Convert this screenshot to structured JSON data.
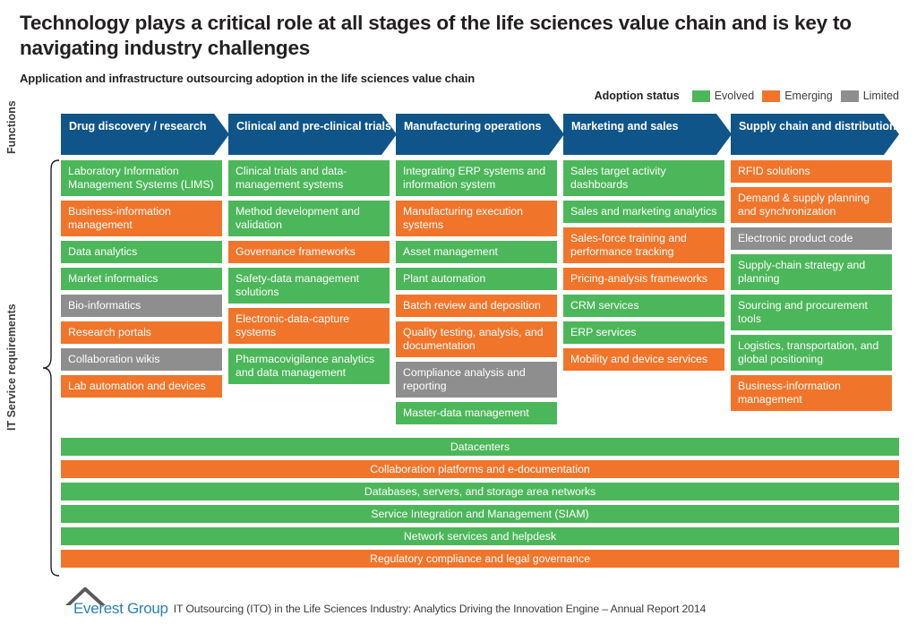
{
  "header": {
    "title": "Technology plays a critical role at all stages of the life sciences value chain and is key to navigating industry challenges",
    "subtitle": "Application and infrastructure outsourcing adoption in the life sciences value chain"
  },
  "legend": {
    "title": "Adoption status",
    "items": [
      {
        "label": "Evolved",
        "color": "#4cb75a",
        "key": "evolved"
      },
      {
        "label": "Emerging",
        "color": "#f0752b",
        "key": "emerging"
      },
      {
        "label": "Limited",
        "color": "#8e8e8e",
        "key": "limited"
      }
    ]
  },
  "axis_labels": {
    "functions": "Functions",
    "it_service_requirements": "IT Service requirements"
  },
  "colors": {
    "header_blue": "#10558a",
    "evolved": "#4cb75a",
    "emerging": "#f0752b",
    "limited": "#8e8e8e",
    "logo_blue": "#2a7fb8",
    "text": "#231f20"
  },
  "columns": [
    {
      "header": "Drug discovery / research",
      "items": [
        {
          "label": "Laboratory Information Management Systems (LIMS)",
          "status": "evolved"
        },
        {
          "label": "Business-information management",
          "status": "emerging"
        },
        {
          "label": "Data analytics",
          "status": "evolved"
        },
        {
          "label": "Market informatics",
          "status": "evolved"
        },
        {
          "label": "Bio-informatics",
          "status": "limited"
        },
        {
          "label": "Research portals",
          "status": "emerging"
        },
        {
          "label": "Collaboration wikis",
          "status": "limited"
        },
        {
          "label": "Lab automation and devices",
          "status": "emerging"
        }
      ]
    },
    {
      "header": "Clinical and pre-clinical trials",
      "items": [
        {
          "label": "Clinical trials and data-management systems",
          "status": "evolved"
        },
        {
          "label": "Method development and validation",
          "status": "evolved"
        },
        {
          "label": "Governance frameworks",
          "status": "emerging"
        },
        {
          "label": "Safety-data management solutions",
          "status": "evolved"
        },
        {
          "label": "Electronic-data-capture systems",
          "status": "emerging"
        },
        {
          "label": "Pharmacovigilance analytics and data management",
          "status": "evolved"
        }
      ]
    },
    {
      "header": "Manufacturing operations",
      "items": [
        {
          "label": "Integrating ERP systems and information system",
          "status": "evolved"
        },
        {
          "label": "Manufacturing execution systems",
          "status": "emerging"
        },
        {
          "label": "Asset management",
          "status": "evolved"
        },
        {
          "label": "Plant automation",
          "status": "evolved"
        },
        {
          "label": "Batch review and deposition",
          "status": "emerging"
        },
        {
          "label": "Quality testing, analysis, and documentation",
          "status": "emerging"
        },
        {
          "label": "Compliance analysis and reporting",
          "status": "limited"
        },
        {
          "label": "Master-data management",
          "status": "evolved"
        }
      ]
    },
    {
      "header": "Marketing and sales",
      "items": [
        {
          "label": "Sales target activity dashboards",
          "status": "evolved"
        },
        {
          "label": "Sales and marketing analytics",
          "status": "evolved"
        },
        {
          "label": "Sales-force training and performance tracking",
          "status": "emerging"
        },
        {
          "label": "Pricing-analysis frameworks",
          "status": "emerging"
        },
        {
          "label": "CRM services",
          "status": "evolved"
        },
        {
          "label": "ERP services",
          "status": "evolved"
        },
        {
          "label": "Mobility and device services",
          "status": "emerging"
        }
      ]
    },
    {
      "header": "Supply chain and distribution",
      "items": [
        {
          "label": "RFID solutions",
          "status": "emerging"
        },
        {
          "label": "Demand & supply planning and synchronization",
          "status": "emerging"
        },
        {
          "label": "Electronic product code",
          "status": "limited"
        },
        {
          "label": "Supply-chain strategy and planning",
          "status": "evolved"
        },
        {
          "label": "Sourcing and procurement tools",
          "status": "evolved"
        },
        {
          "label": "Logistics, transportation, and global positioning",
          "status": "evolved"
        },
        {
          "label": "Business-information management",
          "status": "emerging"
        }
      ]
    }
  ],
  "cross_cutting_bars": [
    {
      "label": "Datacenters",
      "status": "evolved"
    },
    {
      "label": "Collaboration platforms and e-documentation",
      "status": "emerging"
    },
    {
      "label": "Databases, servers, and storage area networks",
      "status": "evolved"
    },
    {
      "label": "Service Integration and Management (SIAM)",
      "status": "evolved"
    },
    {
      "label": "Network services and helpdesk",
      "status": "evolved"
    },
    {
      "label": "Regulatory compliance and legal governance",
      "status": "emerging"
    }
  ],
  "footer": {
    "logo_text": "Everest Group",
    "source_text": "IT Outsourcing (ITO) in the Life Sciences Industry: Analytics Driving the Innovation Engine – Annual Report 2014"
  }
}
